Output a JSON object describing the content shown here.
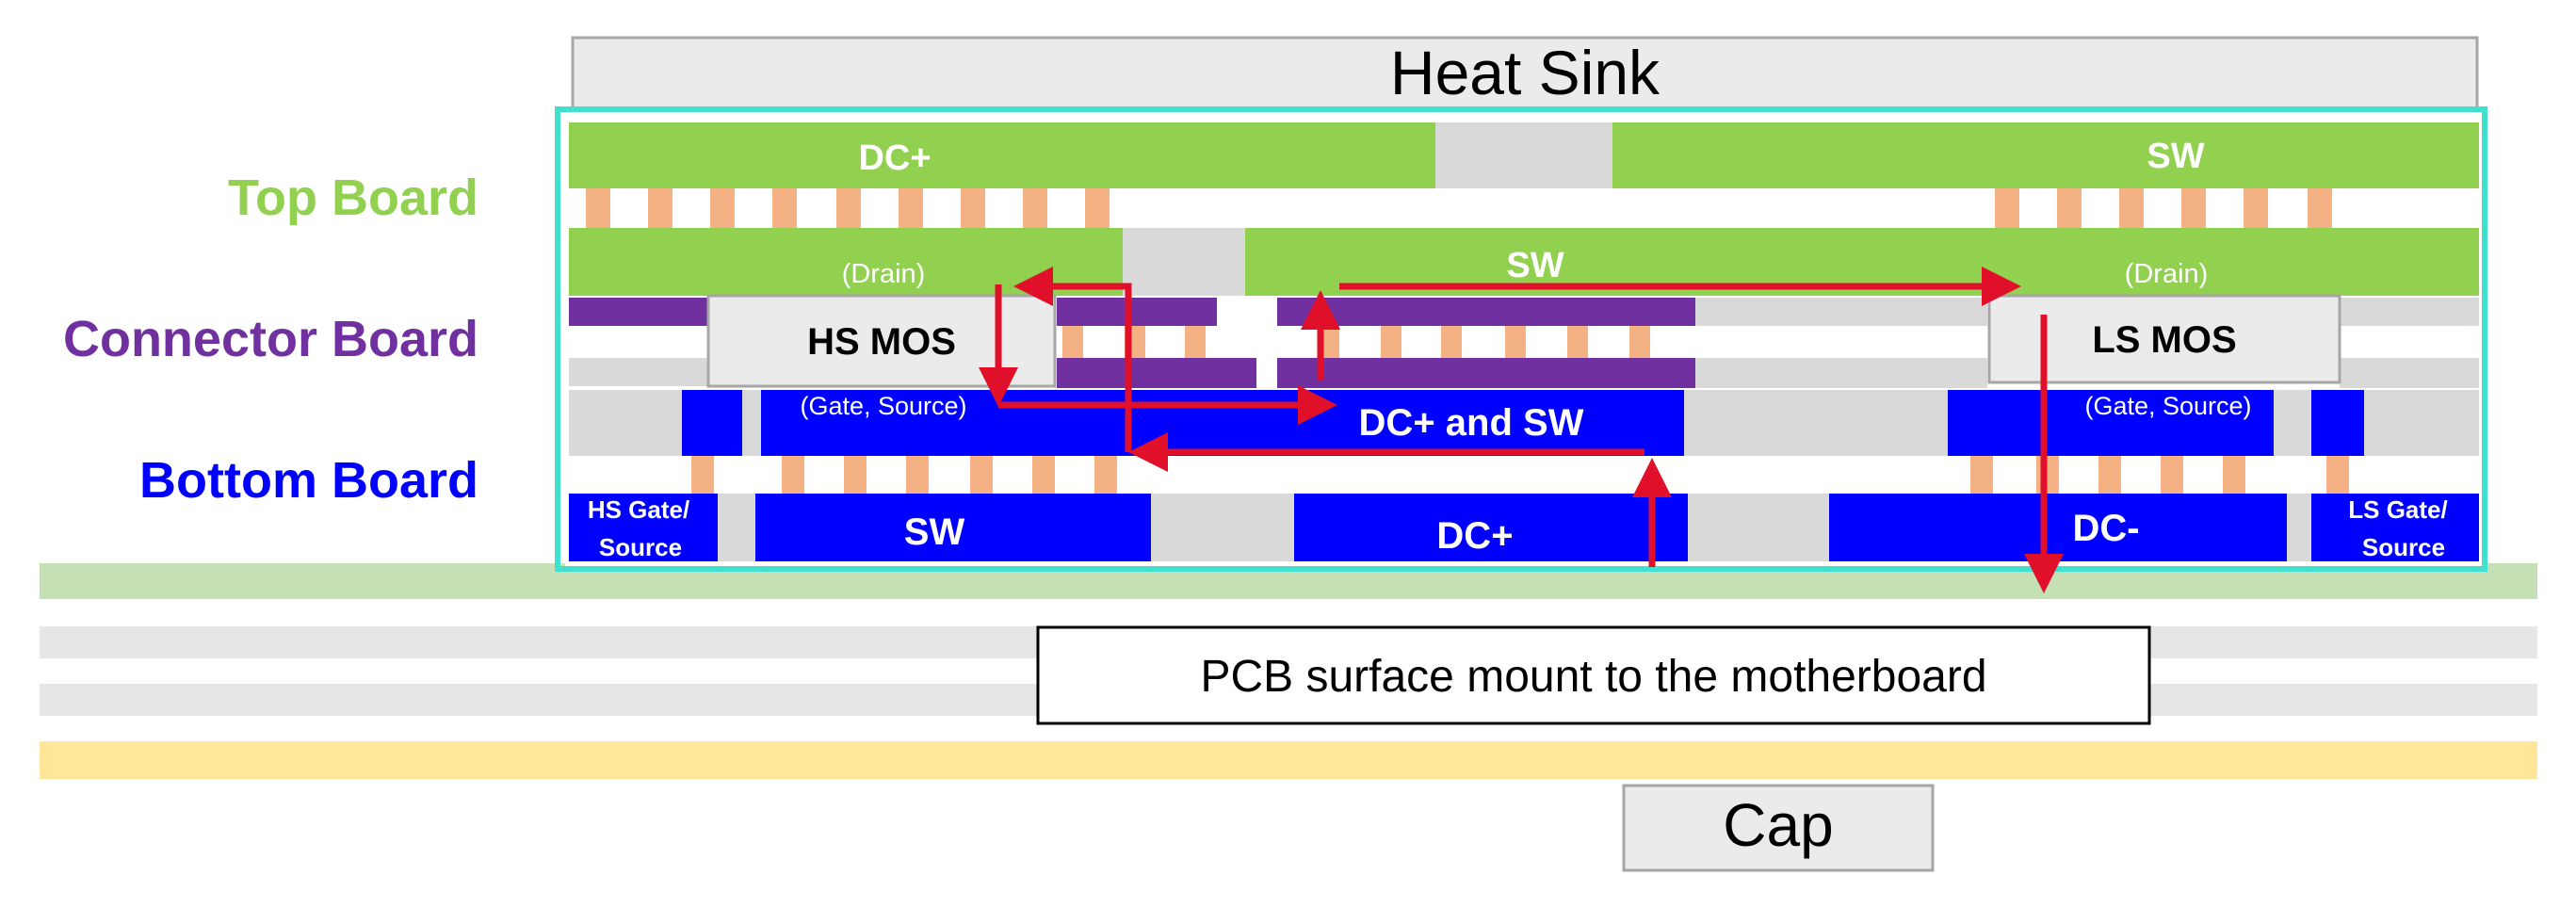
{
  "labels": {
    "heat_sink": "Heat Sink",
    "top_board": "Top Board",
    "connector_board": "Connector Board",
    "bottom_board": "Bottom Board",
    "top_dc_plus": "DC+",
    "top_sw": "SW",
    "mid_sw": "SW",
    "drain_left": "(Drain)",
    "drain_right": "(Drain)",
    "hs_mos": "HS MOS",
    "ls_mos": "LS MOS",
    "gate_source_left": "(Gate, Source)",
    "gate_source_right": "(Gate, Source)",
    "dc_plus_and_sw": "DC+ and SW",
    "hs_gate_source_1": "HS Gate/",
    "hs_gate_source_2": "Source",
    "ls_gate_source_1": "LS Gate/",
    "ls_gate_source_2": "Source",
    "bottom_sw": "SW",
    "bottom_dc_plus": "DC+",
    "bottom_dc_minus": "DC-",
    "pcb_mount": "PCB surface mount to the motherboard",
    "cap": "Cap"
  },
  "colors": {
    "top_board": "#92d050",
    "connector_board": "#7030a0",
    "bottom_board": "#0000ff",
    "pins": "#f4b183",
    "gray": "#d9d9d9",
    "frame": "#40e0d0",
    "arrow": "#e0102a",
    "pcb_green": "#c5e0b4",
    "pcb_yellow": "#ffe699"
  }
}
